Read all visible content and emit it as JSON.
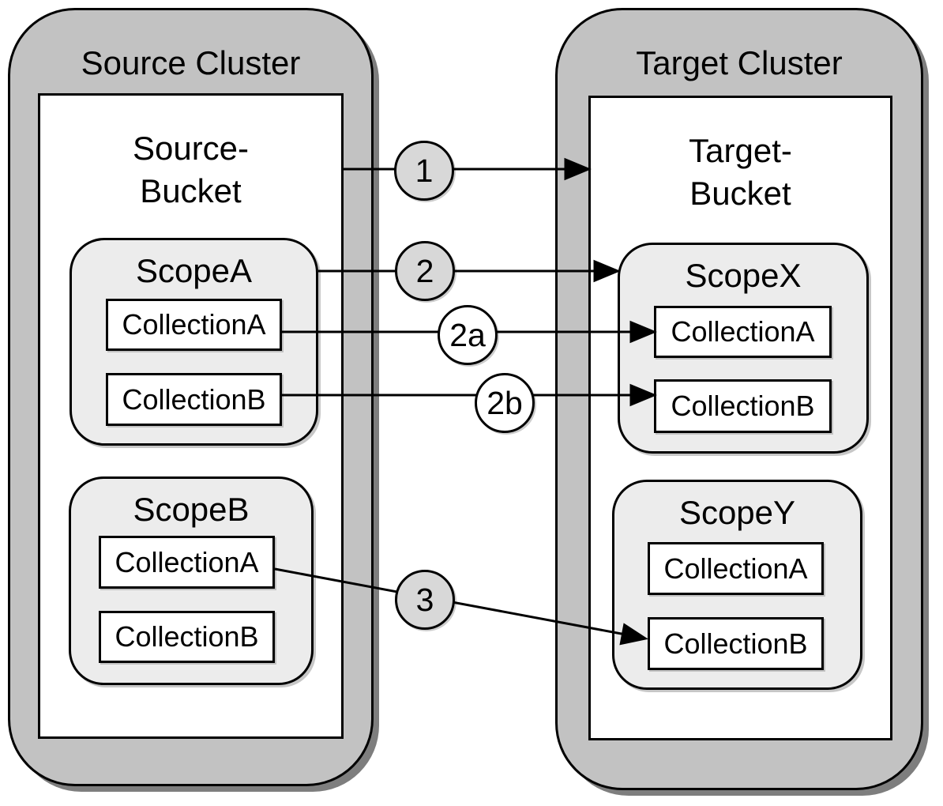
{
  "colors": {
    "cluster-fill": "#c2c2c2",
    "scope-fill": "#ececec",
    "box-fill": "#ffffff",
    "badge-fill": "#d8d8d8",
    "badge-fill-light": "#ffffff",
    "shadow": "#7e7e7e",
    "line": "#000000"
  },
  "source_cluster": {
    "title": "Source Cluster",
    "bucket": {
      "line1": "Source-",
      "line2": "Bucket",
      "scope_a": {
        "title": "ScopeA",
        "collection_a": "CollectionA",
        "collection_b": "CollectionB"
      },
      "scope_b": {
        "title": "ScopeB",
        "collection_a": "CollectionA",
        "collection_b": "CollectionB"
      }
    }
  },
  "target_cluster": {
    "title": "Target Cluster",
    "bucket": {
      "line1": "Target-",
      "line2": "Bucket",
      "scope_x": {
        "title": "ScopeX",
        "collection_a": "CollectionA",
        "collection_b": "CollectionB"
      },
      "scope_y": {
        "title": "ScopeY",
        "collection_a": "CollectionA",
        "collection_b": "CollectionB"
      }
    }
  },
  "arrows": [
    {
      "label": "1",
      "from": "Source-Bucket",
      "to": "Target-Bucket",
      "badge_style": "gray"
    },
    {
      "label": "2",
      "from": "ScopeA",
      "to": "ScopeX",
      "badge_style": "gray"
    },
    {
      "label": "2a",
      "from": "ScopeA.CollectionA",
      "to": "ScopeX.CollectionA",
      "badge_style": "white"
    },
    {
      "label": "2b",
      "from": "ScopeA.CollectionB",
      "to": "ScopeX.CollectionB",
      "badge_style": "white"
    },
    {
      "label": "3",
      "from": "ScopeB.CollectionA",
      "to": "ScopeY.CollectionB",
      "badge_style": "gray"
    }
  ]
}
